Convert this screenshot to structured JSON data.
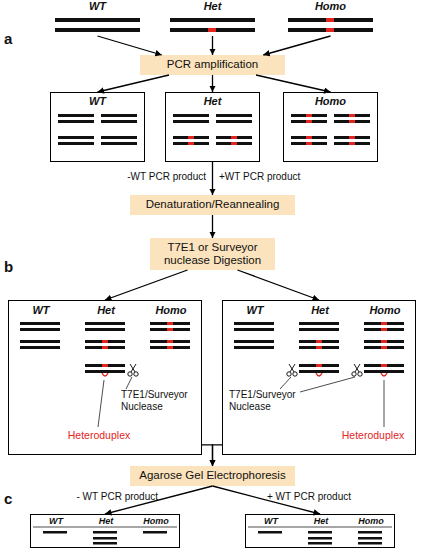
{
  "diagram": {
    "nodes": [
      {
        "text": [
          "WT"
        ]
      },
      {
        "text": [
          "Het"
        ]
      },
      {
        "text": [
          "Homo"
        ]
      },
      {
        "text": [
          "PCR amplification"
        ]
      },
      {
        "text": [
          "WT"
        ]
      },
      {
        "text": [
          "Het"
        ]
      },
      {
        "text": [
          "Homo"
        ]
      },
      {
        "text": [
          "Denaturation/Reannealing"
        ]
      },
      {
        "text": [
          "T7E1 or Surveyor nuclease Digestion"
        ]
      },
      {
        "text": [
          "WT",
          "Het",
          "Homo",
          "T7E1/Surveyor Nuclease",
          "Heteroduplex"
        ]
      },
      {
        "text": [
          "WT",
          "Het",
          "Homo",
          "T7E1/Surveyor Nuclease",
          "Heteroduplex"
        ]
      },
      {
        "text": [
          "Agarose Gel Electrophoresis"
        ]
      },
      {
        "text": [
          "WT",
          "Het",
          "Homo"
        ]
      },
      {
        "text": [
          "WT",
          "Het",
          "Homo"
        ]
      }
    ],
    "edges": [
      {
        "from": 0,
        "to": 3,
        "arrow": "to"
      },
      {
        "from": 1,
        "to": 3,
        "arrow": "to"
      },
      {
        "from": 2,
        "to": 3,
        "arrow": "to"
      },
      {
        "from": 3,
        "to": 4,
        "arrow": "to"
      },
      {
        "from": 3,
        "to": 5,
        "arrow": "to"
      },
      {
        "from": 3,
        "to": 6,
        "arrow": "to"
      },
      {
        "from": 5,
        "to": 7,
        "arrow": "to"
      },
      {
        "from": 7,
        "to": 8,
        "arrow": "to"
      },
      {
        "from": 8,
        "to": 9,
        "arrow": "to"
      },
      {
        "from": 8,
        "to": 10,
        "arrow": "to"
      },
      {
        "from": 9,
        "to": 11,
        "arrow": "to"
      },
      {
        "from": 10,
        "to": 11,
        "arrow": "to"
      },
      {
        "from": 11,
        "to": 12,
        "label": "- WT PCR product",
        "arrow": "to"
      },
      {
        "from": 11,
        "to": 13,
        "label": "+ WT PCR product",
        "arrow": "to"
      }
    ],
    "labels": [
      "a",
      "-WT PCR product",
      "+WT PCR product",
      "b",
      "c"
    ]
  }
}
